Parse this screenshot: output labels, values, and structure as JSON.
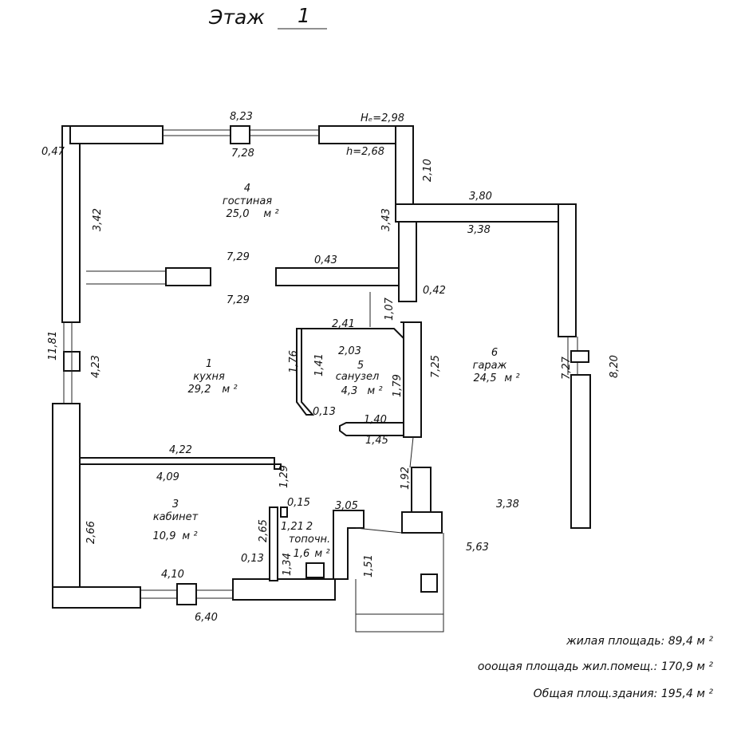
{
  "title": {
    "label": "Этаж",
    "value": "1"
  },
  "rooms": [
    {
      "num": "4",
      "name": "гостиная",
      "area": "25,0",
      "unit": "м ²"
    },
    {
      "num": "1",
      "name": "кухня",
      "area": "29,2",
      "unit": "м ²"
    },
    {
      "num": "5",
      "name": "санузел",
      "area": "4,3",
      "unit": "м ²"
    },
    {
      "num": "6",
      "name": "гараж",
      "area": "24,5",
      "unit": "м ²"
    },
    {
      "num": "3",
      "name": "кабинет",
      "area": "10,9",
      "unit": "м ²"
    },
    {
      "num": "2",
      "name": "топочн.",
      "area": "1,6",
      "unit": "м ²"
    }
  ],
  "heights": {
    "outer": "Hₑ=2,98",
    "inner": "h=2,68"
  },
  "dimensions": [
    "8,23",
    "7,28",
    "0,47",
    "3,42",
    "2,10",
    "3,80",
    "3,38",
    "3,43",
    "7,29",
    "0,43",
    "7,29",
    "0,42",
    "1,07",
    "2,41",
    "2,03",
    "1,76",
    "1,41",
    "7,25",
    "1,79",
    "0,13",
    "1,40",
    "1,45",
    "11,81",
    "4,23",
    "7,27",
    "8,20",
    "4,22",
    "4,09",
    "1,29",
    "1,92",
    "0,15",
    "3,05",
    "2,66",
    "2,65",
    "1,21",
    "3,38",
    "5,63",
    "0,13",
    "1,34",
    "1,51",
    "4,10",
    "6,40"
  ],
  "summary": [
    {
      "label": "жилая площадь:",
      "value": "89,4",
      "unit": "м ²"
    },
    {
      "label": "ооощая площадь жил.помещ.:",
      "value": "170,9",
      "unit": "м ²"
    },
    {
      "label": "Общая площ.здания:",
      "value": "195,4",
      "unit": "м ²"
    }
  ]
}
